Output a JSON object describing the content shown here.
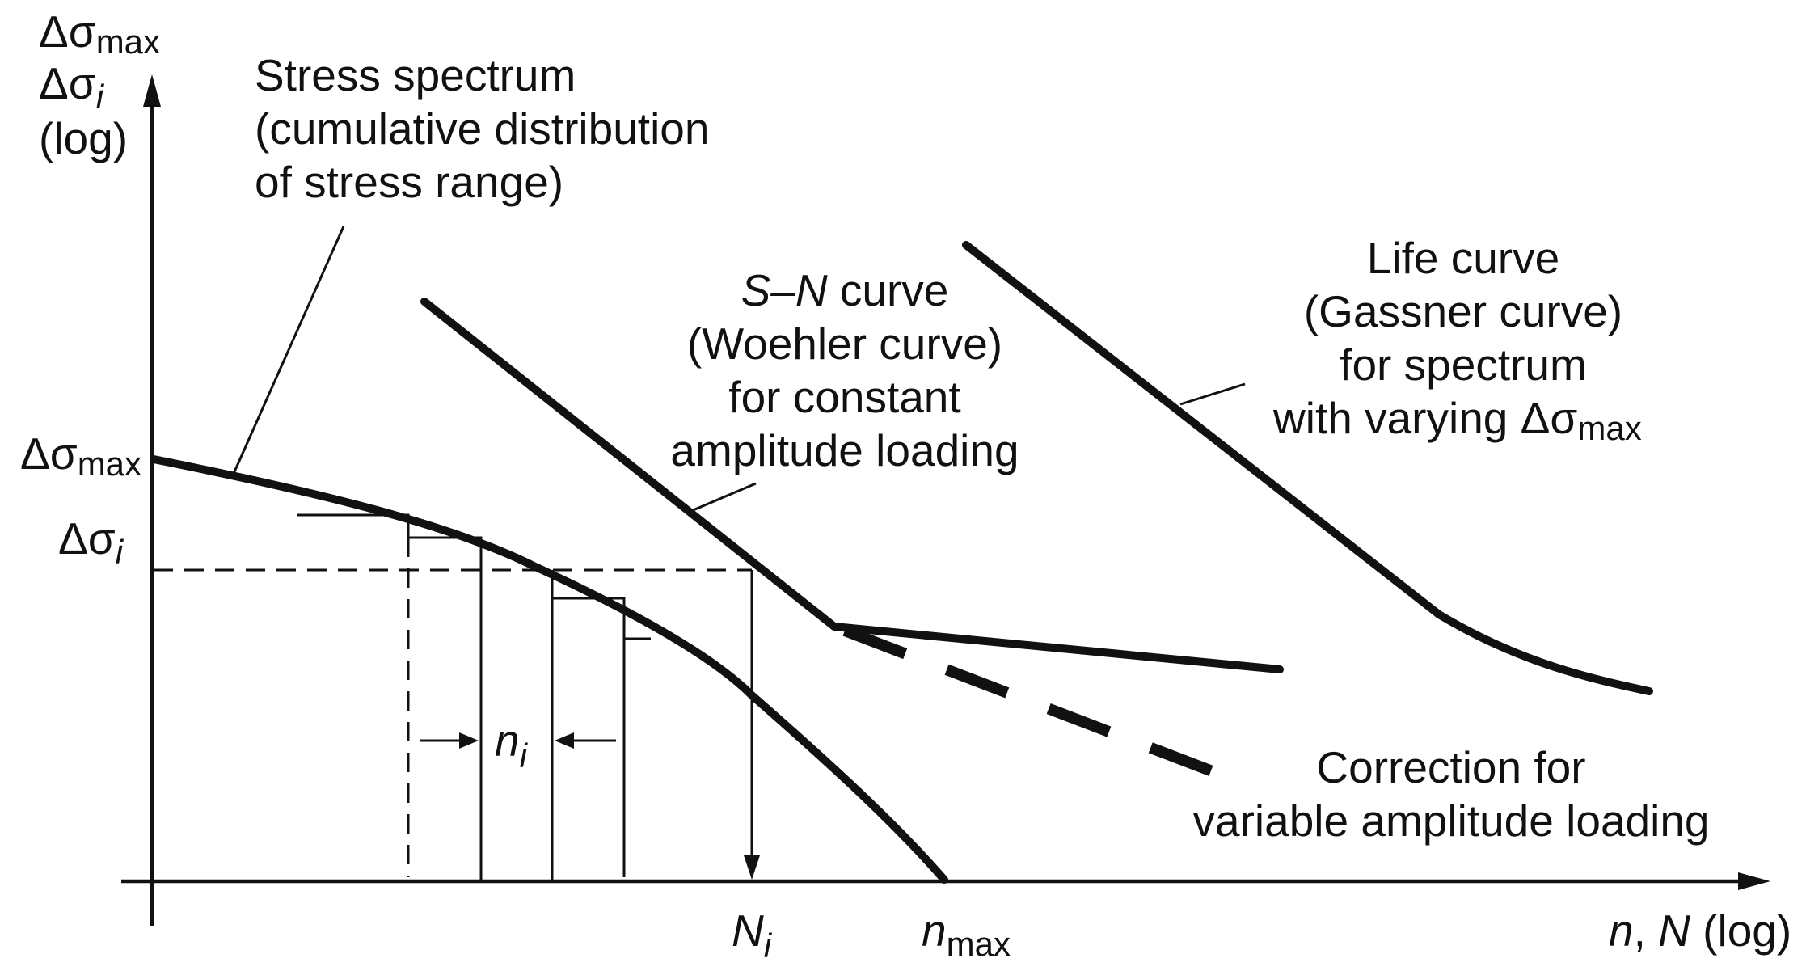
{
  "axes": {
    "y_label": {
      "symbol1": "Δσ",
      "sub1": "max",
      "symbol2": "Δσ",
      "sub2": "i",
      "line3": "(log)"
    },
    "x_label": {
      "n": "n",
      "comma": ", ",
      "N": "N",
      "log": " (log)"
    }
  },
  "stress_spectrum": {
    "line1": "Stress spectrum",
    "line2": "(cumulative distribution",
    "line3": "of stress range)"
  },
  "sn_curve": {
    "line1_ital": "S–N",
    "line1_rest": " curve",
    "line2": "(Woehler curve)",
    "line3": "for constant",
    "line4": "amplitude loading"
  },
  "life_curve": {
    "line1": "Life curve",
    "line2": "(Gassner curve)",
    "line3": "for spectrum",
    "line4_text": "with varying Δσ",
    "line4_sub": "max"
  },
  "correction": {
    "line1": "Correction for",
    "line2": "variable amplitude loading"
  },
  "y_ticks": {
    "max_symbol": "Δσ",
    "max_sub": "max",
    "i_symbol": "Δσ",
    "i_sub": "i"
  },
  "x_ticks": {
    "Ni": "N",
    "Ni_sub": "i",
    "nmax": "n",
    "nmax_sub": "max"
  },
  "ni_label": {
    "n": "n",
    "sub": "i"
  }
}
